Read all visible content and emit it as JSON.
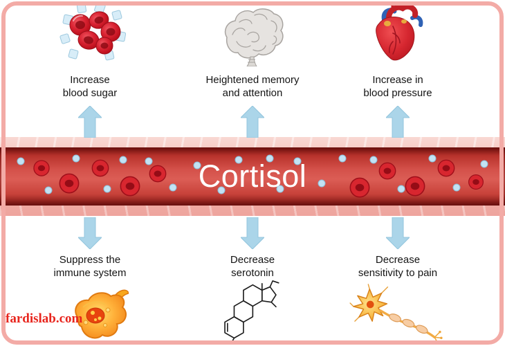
{
  "diagram": {
    "title": "Cortisol",
    "watermark": "fardislab.com"
  },
  "effects": {
    "top": [
      {
        "label": "Increase\nblood sugar",
        "icon": "red-blood-cells-sugar-icon"
      },
      {
        "label": "Heightened memory\nand attention",
        "icon": "brain-icon"
      },
      {
        "label": "Increase in\nblood pressure",
        "icon": "heart-icon"
      }
    ],
    "bottom": [
      {
        "label": "Suppress the\nimmune system",
        "icon": "immune-cell-icon"
      },
      {
        "label": "Decrease\nserotonin",
        "icon": "steroid-molecule-icon"
      },
      {
        "label": "Decrease\nsensitivity to pain",
        "icon": "neuron-icon"
      }
    ]
  },
  "colors": {
    "arrow_blue": "#abd5e9",
    "vessel_wall_pink": "#f2b5ae",
    "vessel_lumen_red": "#d4514a",
    "rbc_red": "#d8262f",
    "frame_pink": "#f3aba6",
    "watermark_red": "#e8251d",
    "label_text": "#141414"
  }
}
